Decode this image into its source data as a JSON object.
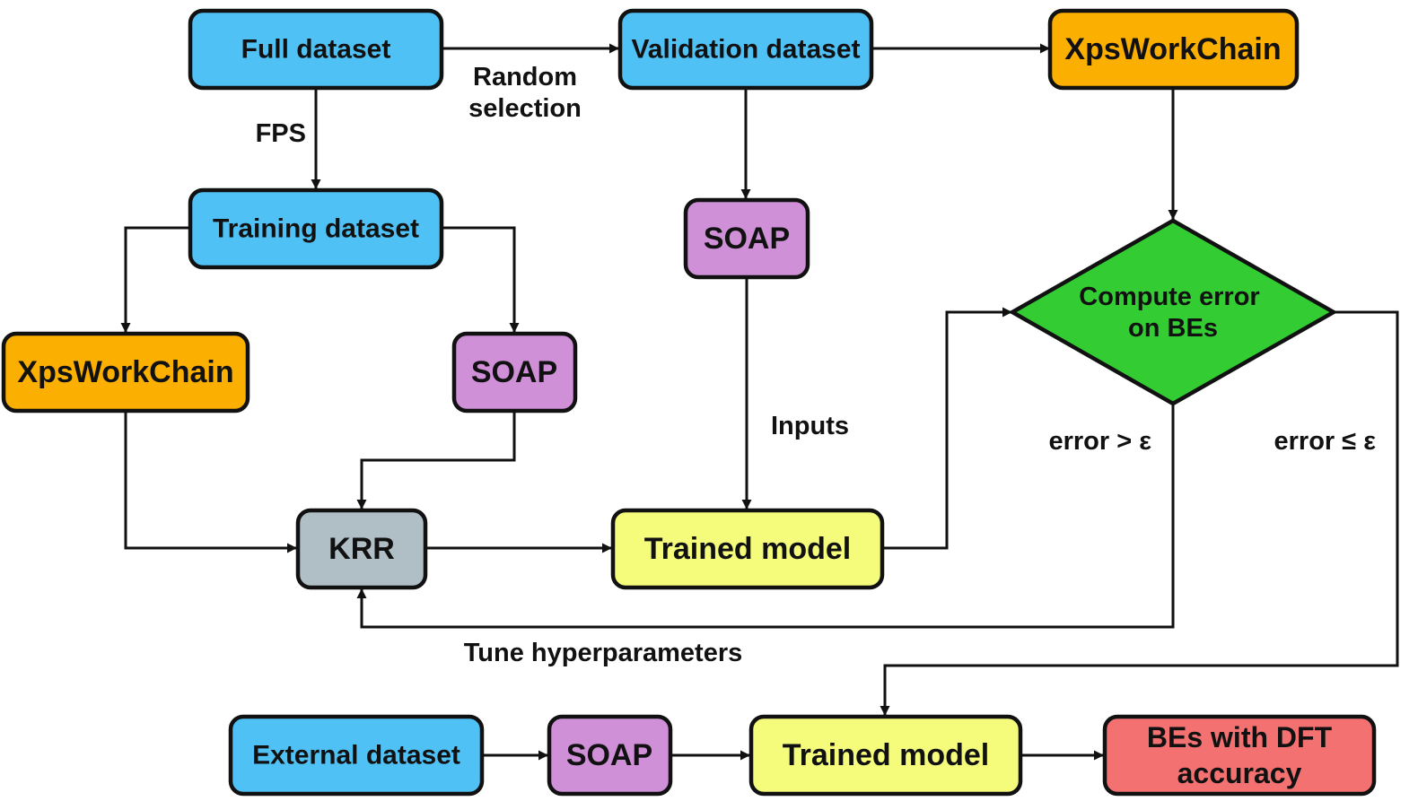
{
  "diagram": {
    "colors": {
      "dataset": "#4fc1f5",
      "workchain": "#fbaf00",
      "descriptor": "#cf90d8",
      "model": "#b0bec5",
      "trained": "#f5fb7a",
      "decision": "#33cc33",
      "result": "#f47171"
    },
    "nodes": {
      "full_dataset": "Full dataset",
      "validation_dataset": "Validation dataset",
      "xps_top": "XpsWorkChain",
      "training_dataset": "Training dataset",
      "soap_mid": "SOAP",
      "xps_left": "XpsWorkChain",
      "soap_left": "SOAP",
      "compute_error_line1": "Compute error",
      "compute_error_line2": "on BEs",
      "krr": "KRR",
      "trained_model": "Trained model",
      "external_dataset": "External dataset",
      "soap_bottom": "SOAP",
      "trained_model_bottom": "Trained model",
      "result_line1": "BEs with DFT",
      "result_line2": "accuracy"
    },
    "edge_labels": {
      "random_line1": "Random",
      "random_line2": "selection",
      "fps": "FPS",
      "inputs": "Inputs",
      "error_gt": "error > ε",
      "error_le": "error ≤ ε",
      "tune": "Tune hyperparameters"
    }
  }
}
